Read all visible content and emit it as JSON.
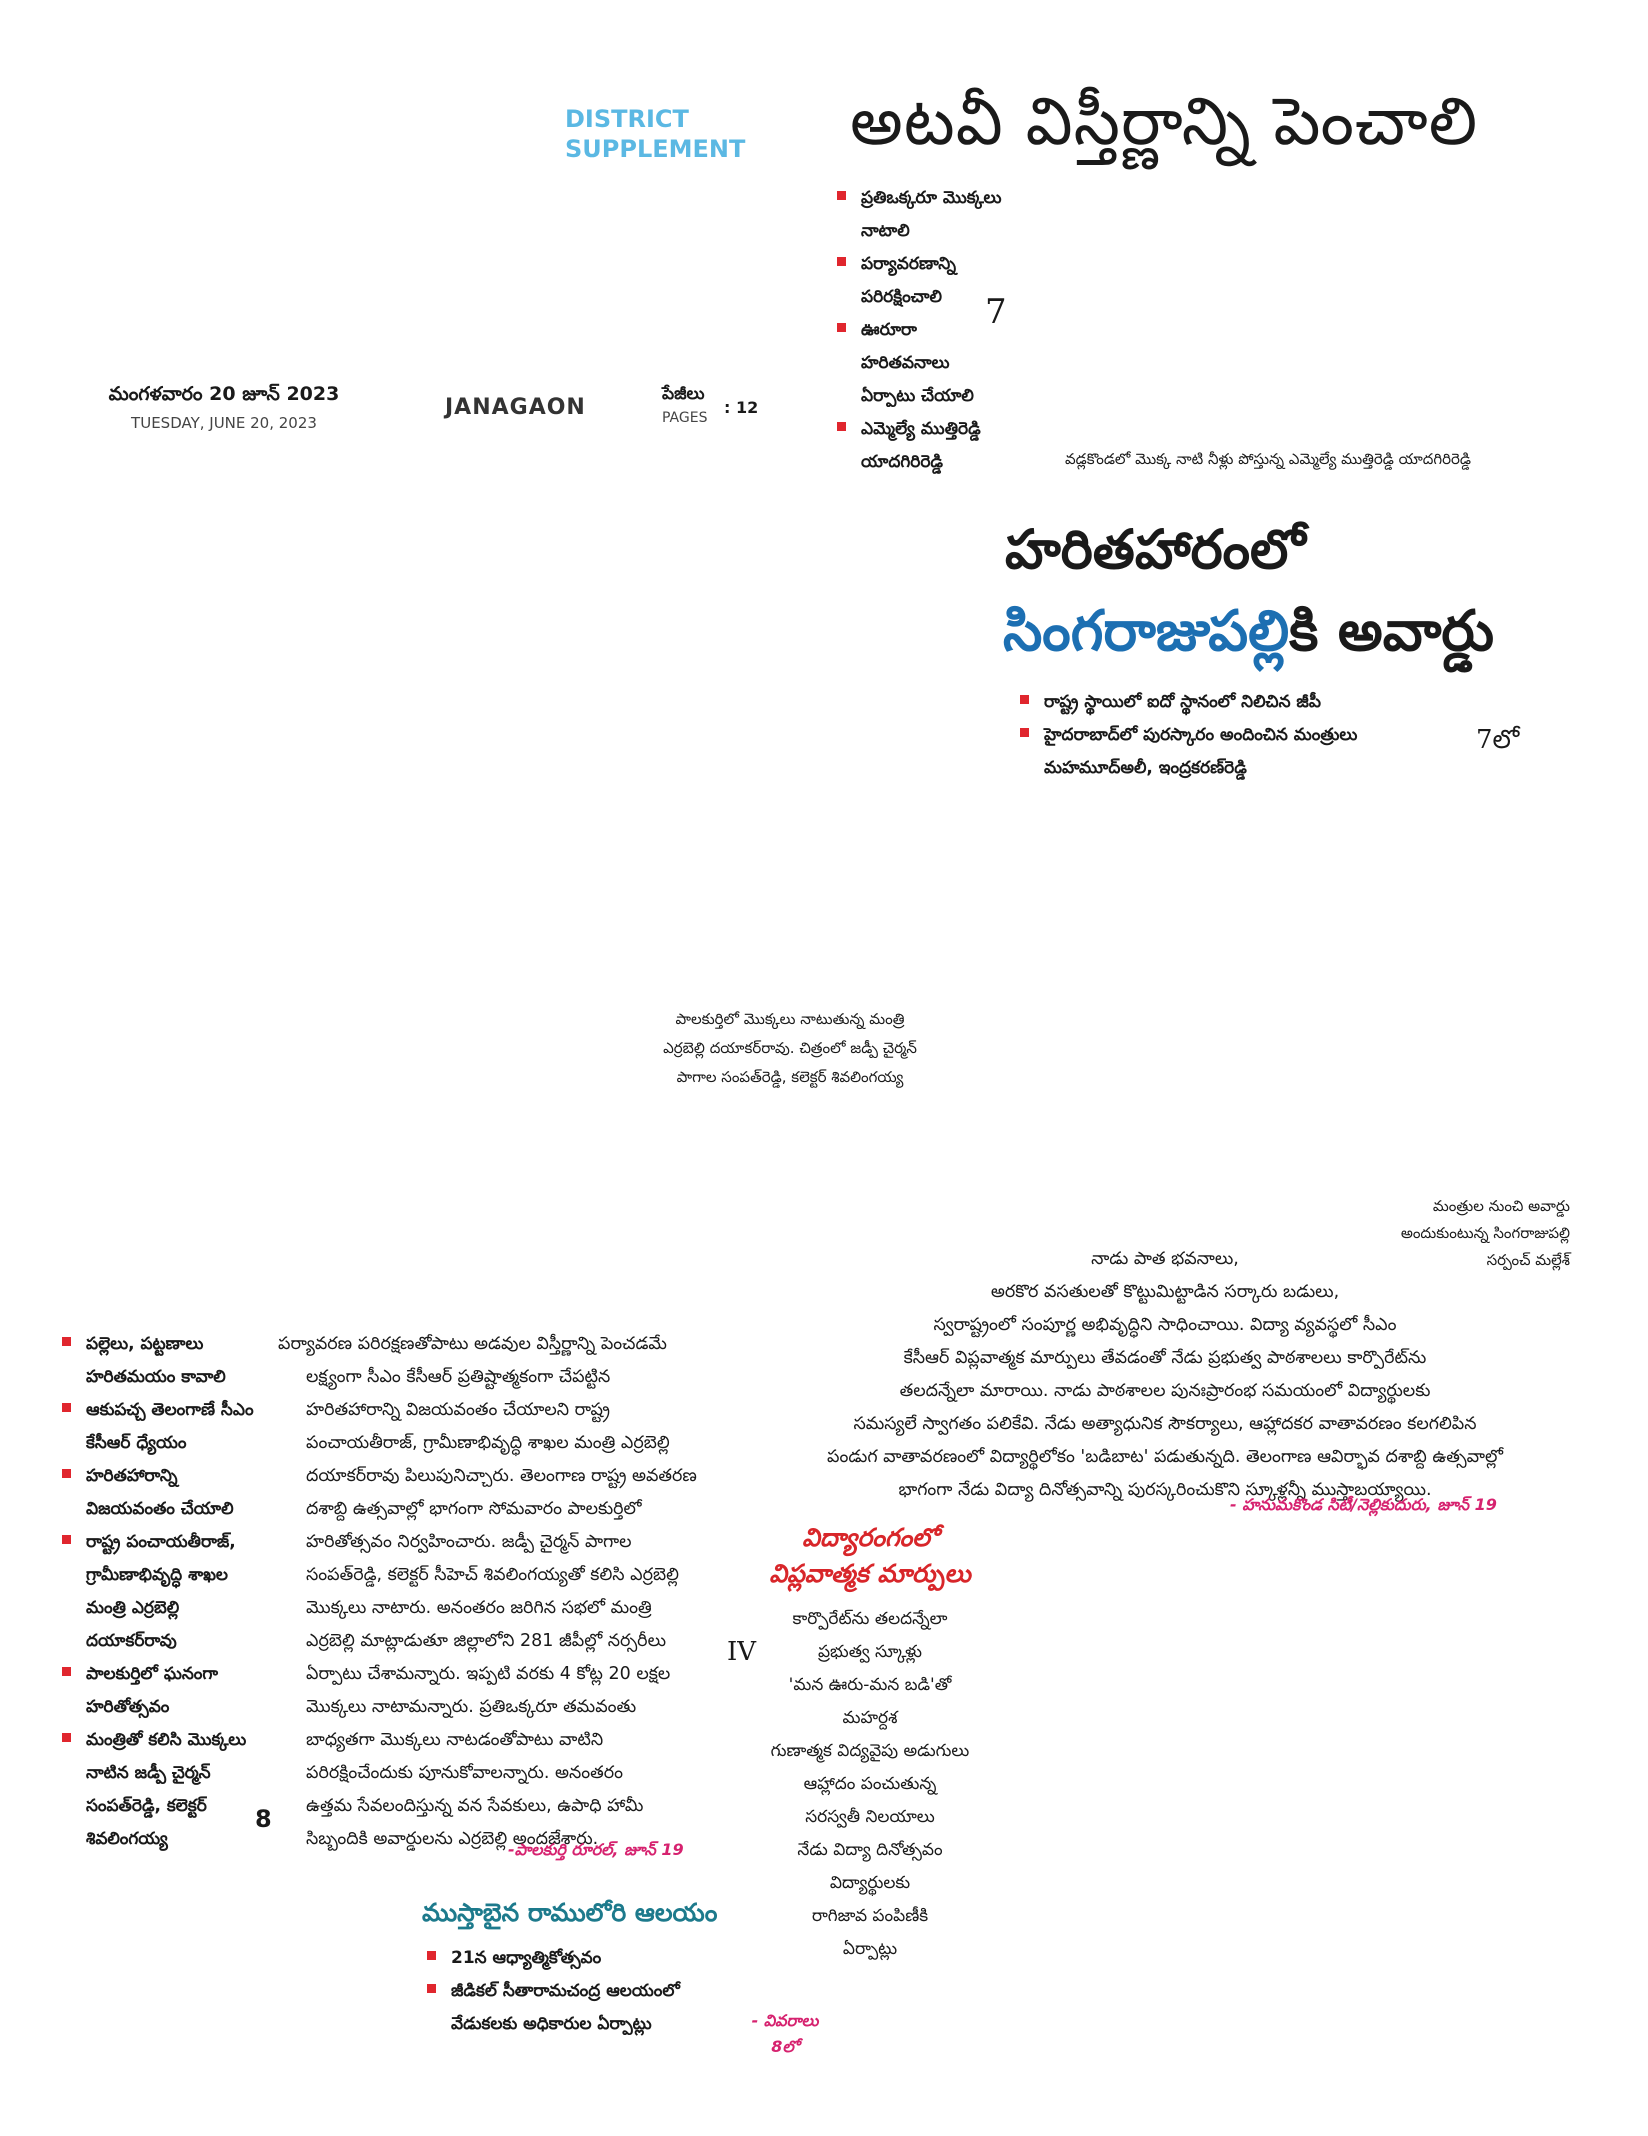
{
  "masthead": {
    "supplement_line1": "DISTRICT",
    "supplement_line2": "SUPPLEMENT",
    "date_telugu": "మంగళవారం 20 జూన్ 2023",
    "date_english": "TUESDAY, JUNE 20, 2023",
    "district": "JANAGAON",
    "pages_telugu": "పేజీలు",
    "pages_english": "PAGES",
    "pages_count": ": 12"
  },
  "lead_story": {
    "headline": "అటవీ విస్తీర్ణాన్ని పెంచాలి",
    "bullets": [
      "ప్రతిఒక్కరూ మొక్కలు నాటాలి",
      "పర్యావరణాన్ని పరిరక్షించాలి",
      "ఊరూరా హరితవనాలు ఏర్పాటు చేయాలి",
      "ఎమ్మెల్యే ముత్తిరెడ్డి యాదగిరిరెడ్డి"
    ],
    "page_ref": "7",
    "photo_caption": "వడ్లకొండలో మొక్క నాటి నీళ్లు పోస్తున్న ఎమ్మెల్యే ముత్తిరెడ్డి యాదగిరిరెడ్డి"
  },
  "award_story": {
    "headline_line1": "హరితహారంలో",
    "headline_highlight": "సింగరాజుపల్లి",
    "headline_rest": "కి అవార్డు",
    "bullets": [
      "రాష్ట్ర స్థాయిలో ఐదో స్థానంలో నిలిచిన జీపీ",
      "హైదరాబాద్‌లో పురస్కారం అందించిన మంత్రులు మహమూద్‌అలీ, ఇంద్రకరణ్‌రెడ్డి"
    ],
    "page_ref": "7లో",
    "photo_caption": [
      "మంత్రుల నుంచి అవార్డు",
      "అందుకుంటున్న సింగరాజుపల్లి",
      "సర్పంచ్ మల్లేశ్"
    ]
  },
  "center_photo_caption": [
    "పాలకుర్తిలో మొక్కలు నాటుతున్న మంత్రి",
    "ఎర్రబెల్లి దయాకర్‌రావు. చిత్రంలో జడ్పీ చైర్మన్",
    "పాగాల సంపత్‌రెడ్డి, కలెక్టర్ శివలింగయ్య"
  ],
  "school_story": {
    "intro_lines": [
      "నాడు పాత భవనాలు,",
      "అరకొర వసతులతో కొట్టుమిట్టాడిన సర్కారు బడులు,",
      "స్వరాష్ట్రంలో సంపూర్ణ అభివృద్ధిని సాధించాయి. విద్యా వ్యవస్థలో సీఎం",
      "కేసీఆర్ విప్లవాత్మక మార్పులు తేవడంతో నేడు ప్రభుత్వ పాఠశాలలు కార్పొరేట్‌ను",
      "తలదన్నేలా మారాయి. నాడు పాఠశాలల పునఃప్రారంభ సమయంలో విద్యార్థులకు",
      "సమస్యలే స్వాగతం పలికేవి. నేడు అత్యాధునిక సౌకర్యాలు, ఆహ్లాదకర వాతావరణం కలగలిపిన",
      "పండుగ వాతావరణంలో విద్యార్థిలోకం 'బడిబాట' పడుతున్నది. తెలంగాణ ఆవిర్భావ దశాబ్ది ఉత్సవాల్లో",
      "భాగంగా నేడు విద్యా దినోత్సవాన్ని పురస్కరించుకొని స్కూళ్లన్నీ ముస్తాబయ్యాయి."
    ],
    "dateline": "- హనుమకొండ సిటీ/నెల్లికుదురు, జూన్ 19",
    "headline_line1": "విద్యారంగంలో",
    "headline_line2": "విప్లవాత్మక మార్పులు",
    "sub_lines": [
      "కార్పొరేట్‌ను తలదన్నేలా",
      "ప్రభుత్వ స్కూళ్లు",
      "'మన ఊరు-మన బడి'తో",
      "మహర్దశ",
      "గుణాత్మక విద్యవైపు అడుగులు",
      "ఆహ్లాదం పంచుతున్న",
      "సరస్వతీ నిలయాలు",
      "నేడు విద్యా దినోత్సవం",
      "విద్యార్థులకు",
      "రాగిజావ పంపిణీకి",
      "ఏర్పాట్లు"
    ],
    "page_ref": "IV"
  },
  "palakurthi_story": {
    "bullets": [
      "పల్లెలు, పట్టణాలు హరితమయం కావాలి",
      "ఆకుపచ్చ తెలంగాణే సీఎం కేసీఆర్ ధ్యేయం",
      "హరితహారాన్ని విజయవంతం చేయాలి",
      "రాష్ట్ర పంచాయతీరాజ్, గ్రామీణాభివృద్ధి శాఖల మంత్రి ఎర్రబెల్లి దయాకర్‌రావు",
      "పాలకుర్తిలో ఘనంగా హరితోత్సవం",
      "మంత్రితో కలిసి మొక్కలు నాటిన జడ్పీ చైర్మన్ సంపత్‌రెడ్డి, కలెక్టర్ శివలింగయ్య"
    ],
    "page_ref": "8",
    "body_lines": [
      "పర్యావరణ పరిరక్షణతోపాటు అడవుల విస్తీర్ణాన్ని పెంచడమే",
      "లక్ష్యంగా సీఎం కేసీఆర్ ప్రతిష్టాత్మకంగా చేపట్టిన",
      "హరితహారాన్ని విజయవంతం చేయాలని రాష్ట్ర",
      "పంచాయతీరాజ్, గ్రామీణాభివృద్ధి శాఖల మంత్రి ఎర్రబెల్లి",
      "దయాకర్‌రావు పిలుపునిచ్చారు. తెలంగాణ రాష్ట్ర అవతరణ",
      "దశాబ్ది ఉత్సవాల్లో భాగంగా సోమవారం పాలకుర్తిలో",
      "హరితోత్సవం నిర్వహించారు. జడ్పీ చైర్మన్ పాగాల",
      "సంపత్‌రెడ్డి, కలెక్టర్ సీహెచ్ శివలింగయ్యతో కలిసి ఎర్రబెల్లి",
      "మొక్కలు నాటారు. అనంతరం జరిగిన సభలో మంత్రి",
      "ఎర్రబెల్లి మాట్లాడుతూ జిల్లాలోని 281 జీపీల్లో నర్సరీలు",
      "ఏర్పాటు చేశామన్నారు. ఇప్పటి వరకు 4 కోట్ల 20 లక్షల",
      "మొక్కలు నాటామన్నారు. ప్రతిఒక్కరూ తమవంతు",
      "బాధ్యతగా మొక్కలు నాటడంతోపాటు వాటిని",
      "పరిరక్షించేందుకు పూనుకోవాలన్నారు. అనంతరం",
      "ఉత్తమ సేవలందిస్తున్న వన సేవకులు, ఉపాధి హామీ",
      "సిబ్బందికి అవార్డులను ఎర్రబెల్లి అందజేశారు."
    ],
    "dateline": "-పాలకుర్తి రూరల్, జూన్ 19"
  },
  "temple_story": {
    "headline": "ముస్తాబైన రాములోరి ఆలయం",
    "bullets": [
      "21న ఆధ్యాత్మికోత్సవం",
      "జీడికల్ సీతారామచంద్ర ఆలయంలో వేడుకలకు అధికారుల ఏర్పాట్లు"
    ],
    "details_ref_line1": "- వివరాలు",
    "details_ref_line2": "8లో"
  },
  "colors": {
    "supplement": "#5bb8e3",
    "highlight_blue": "#1c6fb2",
    "bullet_red": "#e0262e",
    "dateline_pink": "#d6226f",
    "headline_red": "#d8262a",
    "teal_headline": "#1d7a8c"
  }
}
